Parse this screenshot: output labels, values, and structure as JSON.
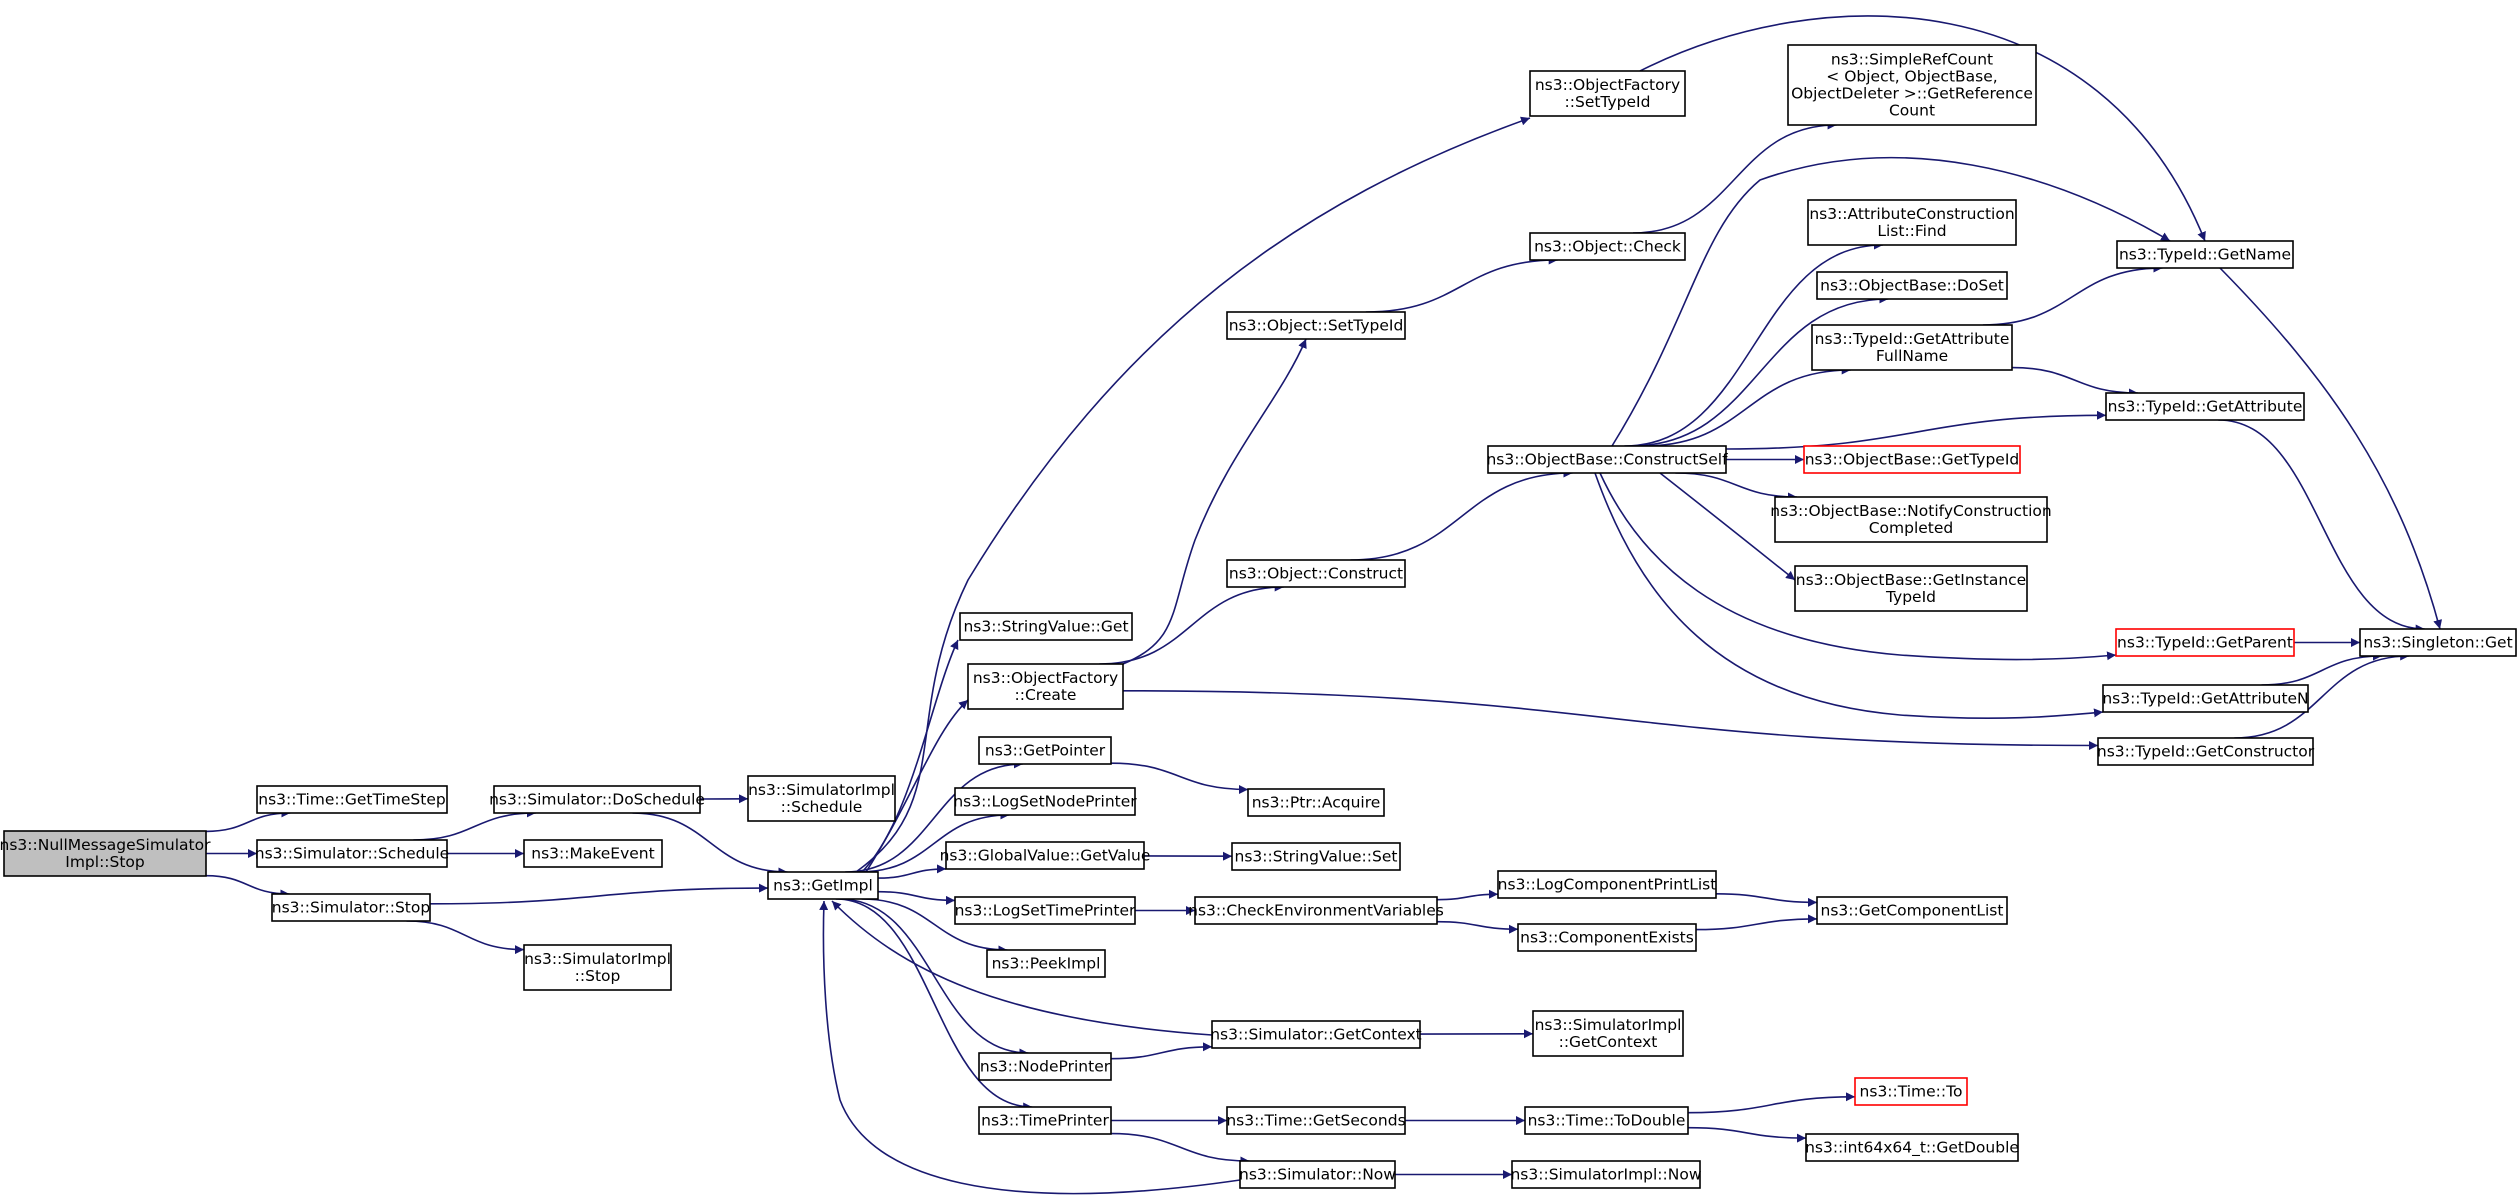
{
  "diagram": {
    "colors": {
      "edge": "#191970",
      "node_border": "#000000",
      "root_fill": "#bfbfbf",
      "highlight_border": "#ff0000"
    },
    "nodes": [
      {
        "id": "root",
        "lines": [
          "ns3::NullMessageSimulator",
          "Impl::Stop"
        ],
        "style": "root"
      },
      {
        "id": "getTimeStep",
        "lines": [
          "ns3::Time::GetTimeStep"
        ]
      },
      {
        "id": "schedule",
        "lines": [
          "ns3::Simulator::Schedule"
        ]
      },
      {
        "id": "simStop",
        "lines": [
          "ns3::Simulator::Stop"
        ]
      },
      {
        "id": "doSchedule",
        "lines": [
          "ns3::Simulator::DoSchedule"
        ]
      },
      {
        "id": "makeEvent",
        "lines": [
          "ns3::MakeEvent"
        ]
      },
      {
        "id": "implSchedule",
        "lines": [
          "ns3::SimulatorImpl",
          "::Schedule"
        ]
      },
      {
        "id": "implStop",
        "lines": [
          "ns3::SimulatorImpl",
          "::Stop"
        ]
      },
      {
        "id": "getImpl",
        "lines": [
          "ns3::GetImpl"
        ]
      },
      {
        "id": "stringValueGet",
        "lines": [
          "ns3::StringValue::Get"
        ]
      },
      {
        "id": "factoryCreate",
        "lines": [
          "ns3::ObjectFactory",
          "::Create"
        ]
      },
      {
        "id": "getPointer",
        "lines": [
          "ns3::GetPointer"
        ]
      },
      {
        "id": "logSetNodePrinter",
        "lines": [
          "ns3::LogSetNodePrinter"
        ]
      },
      {
        "id": "globalValueGetValue",
        "lines": [
          "ns3::GlobalValue::GetValue"
        ]
      },
      {
        "id": "logSetTimePrinter",
        "lines": [
          "ns3::LogSetTimePrinter"
        ]
      },
      {
        "id": "peekImpl",
        "lines": [
          "ns3::PeekImpl"
        ]
      },
      {
        "id": "nodePrinter",
        "lines": [
          "ns3::NodePrinter"
        ]
      },
      {
        "id": "timePrinter",
        "lines": [
          "ns3::TimePrinter"
        ]
      },
      {
        "id": "factorySetTypeId",
        "lines": [
          "ns3::ObjectFactory",
          "::SetTypeId"
        ]
      },
      {
        "id": "objectSetTypeId",
        "lines": [
          "ns3::Object::SetTypeId"
        ]
      },
      {
        "id": "objectConstruct",
        "lines": [
          "ns3::Object::Construct"
        ]
      },
      {
        "id": "ptrAcquire",
        "lines": [
          "ns3::Ptr::Acquire"
        ]
      },
      {
        "id": "stringValueSet",
        "lines": [
          "ns3::StringValue::Set"
        ]
      },
      {
        "id": "checkEnv",
        "lines": [
          "ns3::CheckEnvironmentVariables"
        ]
      },
      {
        "id": "simGetContext",
        "lines": [
          "ns3::Simulator::GetContext"
        ]
      },
      {
        "id": "timeGetSeconds",
        "lines": [
          "ns3::Time::GetSeconds"
        ]
      },
      {
        "id": "simNow",
        "lines": [
          "ns3::Simulator::Now"
        ]
      },
      {
        "id": "simpleRefCount",
        "lines": [
          "ns3::SimpleRefCount",
          "< Object, ObjectBase,",
          "ObjectDeleter >::GetReference",
          "Count"
        ]
      },
      {
        "id": "objectCheck",
        "lines": [
          "ns3::Object::Check"
        ]
      },
      {
        "id": "constructSelf",
        "lines": [
          "ns3::ObjectBase::ConstructSelf"
        ]
      },
      {
        "id": "logComponentPrintList",
        "lines": [
          "ns3::LogComponentPrintList"
        ]
      },
      {
        "id": "componentExists",
        "lines": [
          "ns3::ComponentExists"
        ]
      },
      {
        "id": "implGetContext",
        "lines": [
          "ns3::SimulatorImpl",
          "::GetContext"
        ]
      },
      {
        "id": "timeToDouble",
        "lines": [
          "ns3::Time::ToDouble"
        ]
      },
      {
        "id": "implNow",
        "lines": [
          "ns3::SimulatorImpl::Now"
        ]
      },
      {
        "id": "attrConstructionListFind",
        "lines": [
          "ns3::AttributeConstruction",
          "List::Find"
        ]
      },
      {
        "id": "objectBaseDoSet",
        "lines": [
          "ns3::ObjectBase::DoSet"
        ]
      },
      {
        "id": "getAttributeFullName",
        "lines": [
          "ns3::TypeId::GetAttribute",
          "FullName"
        ]
      },
      {
        "id": "objectBaseGetTypeId",
        "lines": [
          "ns3::ObjectBase::GetTypeId"
        ],
        "style": "red"
      },
      {
        "id": "notifyConstructionCompleted",
        "lines": [
          "ns3::ObjectBase::NotifyConstruction",
          "Completed"
        ]
      },
      {
        "id": "getInstanceTypeId",
        "lines": [
          "ns3::ObjectBase::GetInstance",
          "TypeId"
        ]
      },
      {
        "id": "getComponentList",
        "lines": [
          "ns3::GetComponentList"
        ]
      },
      {
        "id": "timeTo",
        "lines": [
          "ns3::Time::To"
        ],
        "style": "red"
      },
      {
        "id": "int64GetDouble",
        "lines": [
          "ns3::int64x64_t::GetDouble"
        ]
      },
      {
        "id": "typeIdGetName",
        "lines": [
          "ns3::TypeId::GetName"
        ]
      },
      {
        "id": "typeIdGetAttribute",
        "lines": [
          "ns3::TypeId::GetAttribute"
        ]
      },
      {
        "id": "typeIdGetParent",
        "lines": [
          "ns3::TypeId::GetParent"
        ],
        "style": "red"
      },
      {
        "id": "typeIdGetAttributeN",
        "lines": [
          "ns3::TypeId::GetAttributeN"
        ]
      },
      {
        "id": "typeIdGetConstructor",
        "lines": [
          "ns3::TypeId::GetConstructor"
        ]
      },
      {
        "id": "singletonGet",
        "lines": [
          "ns3::Singleton::Get"
        ]
      }
    ],
    "edges": [
      [
        "root",
        "getTimeStep"
      ],
      [
        "root",
        "schedule"
      ],
      [
        "root",
        "simStop"
      ],
      [
        "schedule",
        "doSchedule"
      ],
      [
        "schedule",
        "makeEvent"
      ],
      [
        "doSchedule",
        "implSchedule"
      ],
      [
        "doSchedule",
        "getImpl"
      ],
      [
        "simStop",
        "getImpl"
      ],
      [
        "simStop",
        "implStop"
      ],
      [
        "getImpl",
        "factorySetTypeId"
      ],
      [
        "getImpl",
        "stringValueGet"
      ],
      [
        "getImpl",
        "factoryCreate"
      ],
      [
        "getImpl",
        "getPointer"
      ],
      [
        "getImpl",
        "logSetNodePrinter"
      ],
      [
        "getImpl",
        "globalValueGetValue"
      ],
      [
        "getImpl",
        "logSetTimePrinter"
      ],
      [
        "getImpl",
        "peekImpl"
      ],
      [
        "getImpl",
        "nodePrinter"
      ],
      [
        "getImpl",
        "timePrinter"
      ],
      [
        "factoryCreate",
        "objectSetTypeId"
      ],
      [
        "factoryCreate",
        "objectConstruct"
      ],
      [
        "factoryCreate",
        "typeIdGetConstructor"
      ],
      [
        "getPointer",
        "ptrAcquire"
      ],
      [
        "globalValueGetValue",
        "stringValueSet"
      ],
      [
        "logSetTimePrinter",
        "checkEnv"
      ],
      [
        "factorySetTypeId",
        "typeIdGetName"
      ],
      [
        "objectSetTypeId",
        "objectCheck"
      ],
      [
        "objectCheck",
        "simpleRefCount"
      ],
      [
        "objectConstruct",
        "constructSelf"
      ],
      [
        "checkEnv",
        "logComponentPrintList"
      ],
      [
        "checkEnv",
        "componentExists"
      ],
      [
        "logComponentPrintList",
        "getComponentList"
      ],
      [
        "componentExists",
        "getComponentList"
      ],
      [
        "simGetContext",
        "getImpl"
      ],
      [
        "simGetContext",
        "implGetContext"
      ],
      [
        "nodePrinter",
        "simGetContext"
      ],
      [
        "timePrinter",
        "timeGetSeconds"
      ],
      [
        "timePrinter",
        "simNow"
      ],
      [
        "timeGetSeconds",
        "timeToDouble"
      ],
      [
        "timeToDouble",
        "timeTo"
      ],
      [
        "timeToDouble",
        "int64GetDouble"
      ],
      [
        "simNow",
        "getImpl"
      ],
      [
        "simNow",
        "implNow"
      ],
      [
        "constructSelf",
        "typeIdGetName"
      ],
      [
        "constructSelf",
        "attrConstructionListFind"
      ],
      [
        "constructSelf",
        "objectBaseDoSet"
      ],
      [
        "constructSelf",
        "getAttributeFullName"
      ],
      [
        "constructSelf",
        "typeIdGetAttribute"
      ],
      [
        "constructSelf",
        "objectBaseGetTypeId"
      ],
      [
        "constructSelf",
        "notifyConstructionCompleted"
      ],
      [
        "constructSelf",
        "getInstanceTypeId"
      ],
      [
        "constructSelf",
        "typeIdGetParent"
      ],
      [
        "constructSelf",
        "typeIdGetAttributeN"
      ],
      [
        "getAttributeFullName",
        "typeIdGetName"
      ],
      [
        "getAttributeFullName",
        "typeIdGetAttribute"
      ],
      [
        "typeIdGetName",
        "singletonGet"
      ],
      [
        "typeIdGetAttribute",
        "singletonGet"
      ],
      [
        "typeIdGetParent",
        "singletonGet"
      ],
      [
        "typeIdGetAttributeN",
        "singletonGet"
      ],
      [
        "typeIdGetConstructor",
        "singletonGet"
      ]
    ]
  }
}
